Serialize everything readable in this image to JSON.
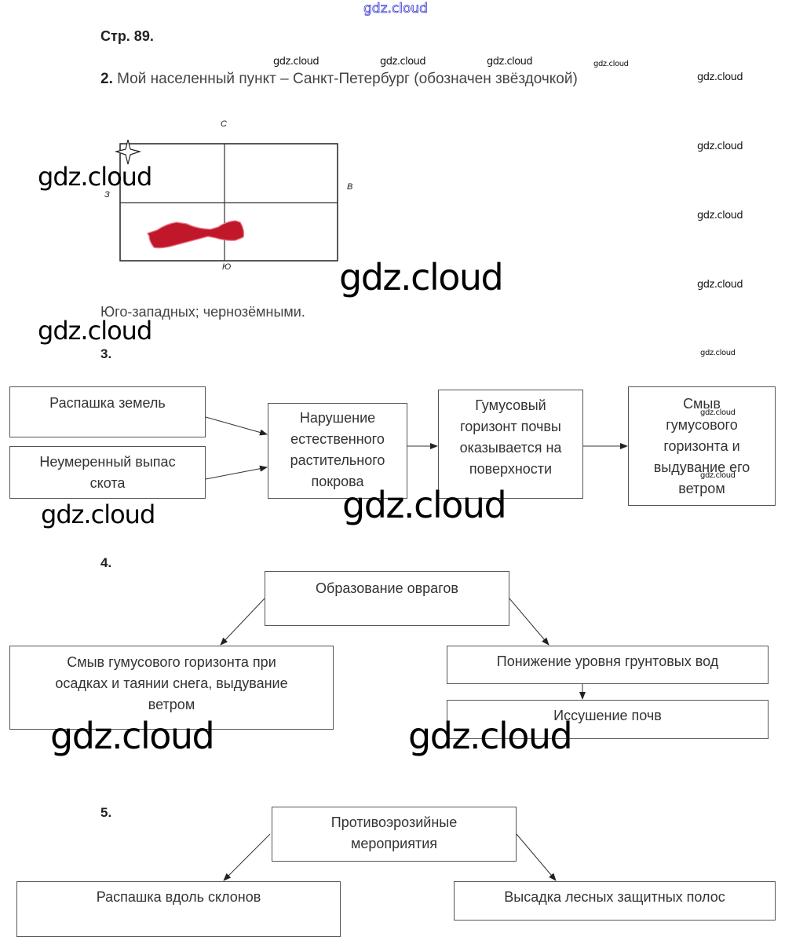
{
  "watermark": "gdz.cloud",
  "page_title": "Стр. 89.",
  "task2": {
    "number": "2.",
    "text": "Мой населенный пункт – Санкт-Петербург (обозначен звёздочкой)",
    "map": {
      "north": "С",
      "south": "Ю",
      "west": "З",
      "east": "В",
      "marker_icon": "star-icon",
      "region_color": "#c0182a"
    },
    "answer": "Юго-западных; чернозёмными."
  },
  "task3": {
    "number": "3.",
    "boxes": {
      "plowing": "Распашка земель",
      "grazing": [
        "Неумеренный выпас",
        "скота"
      ],
      "vegetation": [
        "Нарушение",
        "естественного",
        "растительного",
        "покрова"
      ],
      "humus_surface": [
        "Гумусовый",
        "горизонт почвы",
        "оказывается на",
        "поверхности"
      ],
      "washout": [
        "Смыв",
        "гумусового",
        "горизонта и",
        "выдувание его",
        "ветром"
      ]
    }
  },
  "task4": {
    "number": "4.",
    "boxes": {
      "ravines": "Образование оврагов",
      "washout": [
        "Смыв гумусового горизонта при",
        "осадках и таянии снега, выдувание",
        "ветром"
      ],
      "groundwater": "Понижение уровня грунтовых вод",
      "drying": "Иссушение почв"
    }
  },
  "task5": {
    "number": "5.",
    "boxes": {
      "measures": [
        "Противоэрозийные",
        "мероприятия"
      ],
      "plowing": "Распашка вдоль склонов",
      "forest": "Высадка лесных защитных полос"
    }
  }
}
